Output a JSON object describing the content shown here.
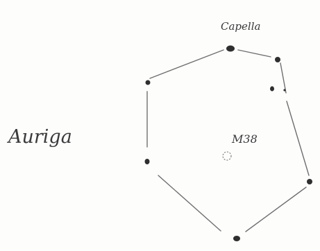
{
  "constellation": {
    "name": "Auriga"
  },
  "labels": {
    "bright_star": "Capella",
    "deep_sky_object": "M38"
  },
  "colors": {
    "ink": "#2f2f2f",
    "pencil": "#6f6f6f",
    "paper": "#fdfdfc"
  }
}
